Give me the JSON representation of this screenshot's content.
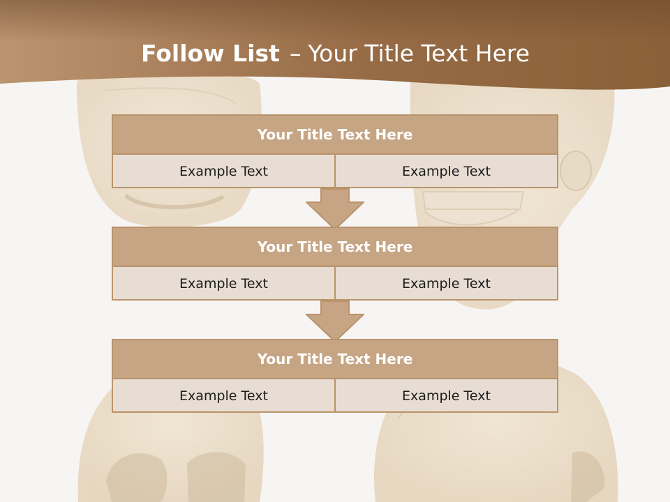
{
  "slide": {
    "title_bold": "Follow List",
    "title_dash": "–",
    "title_rest": "Your Title Text Here"
  },
  "steps": [
    {
      "title": "Your Title Text Here",
      "left": "Example Text",
      "right": "Example Text"
    },
    {
      "title": "Your Title Text Here",
      "left": "Example Text",
      "right": "Example Text"
    },
    {
      "title": "Your Title Text Here",
      "left": "Example Text",
      "right": "Example Text"
    }
  ],
  "colors": {
    "banner": "#9a6f47",
    "box_head": "#c6a584",
    "box_body": "#e8ddd3",
    "box_border": "#b9936a",
    "arrow": "#c6a584"
  }
}
